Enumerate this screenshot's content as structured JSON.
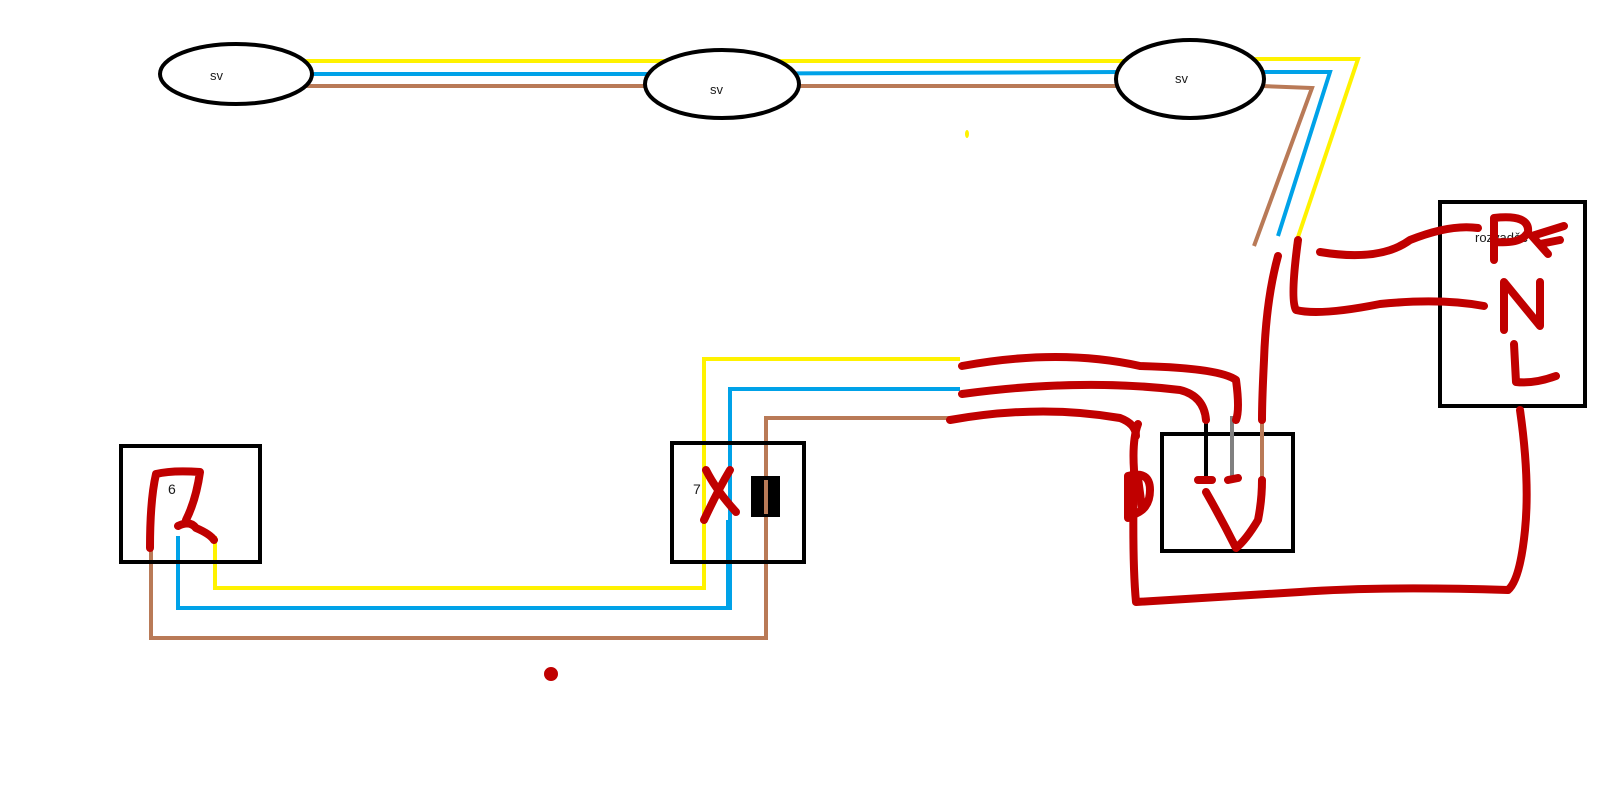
{
  "diagram": {
    "lights": [
      {
        "label": "sv"
      },
      {
        "label": "sv"
      },
      {
        "label": "sv"
      }
    ],
    "boxes": {
      "switch_6": {
        "label": "6"
      },
      "switch_7": {
        "label": "7"
      },
      "distribution": {
        "label": "rozvaděč"
      }
    },
    "handwritten": {
      "pe": "PE",
      "n": "N",
      "l": "L"
    },
    "colors": {
      "yellow": "#fff200",
      "blue": "#00a2e8",
      "brown": "#b97a57",
      "red": "#c00000",
      "black": "#000000",
      "gray": "#808080"
    }
  }
}
